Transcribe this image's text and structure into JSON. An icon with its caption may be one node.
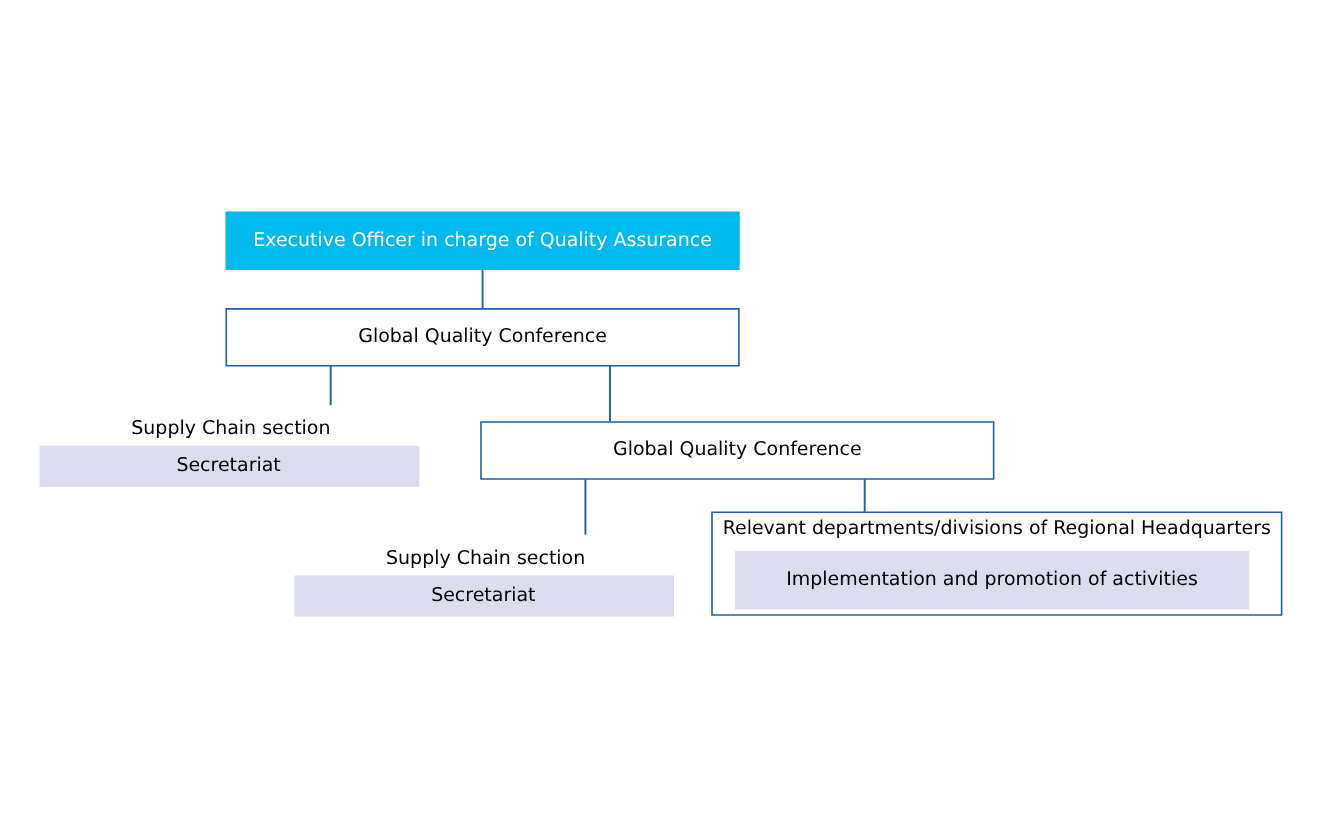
{
  "diagram": {
    "nodes": [
      {
        "text": [
          "Executive Officer in charge of Quality Assurance"
        ]
      },
      {
        "text": [
          "Global Quality Conference"
        ]
      },
      {
        "text": [
          "Supply Chain section",
          "Secretariat"
        ]
      },
      {
        "text": [
          "Global Quality Conference"
        ]
      },
      {
        "text": [
          "Supply Chain section",
          "Secretariat"
        ]
      },
      {
        "text": [
          "Relevant departments/divisions of Regional Headquarters"
        ]
      },
      {
        "text": [
          "Implementation and promotion of activities"
        ],
        "in": 5
      }
    ],
    "edges": [
      {
        "from": 0,
        "to": 1,
        "arrow": "none"
      },
      {
        "from": 1,
        "to": 2,
        "arrow": "none"
      },
      {
        "from": 1,
        "to": 3,
        "arrow": "none"
      },
      {
        "from": 3,
        "to": 4,
        "arrow": "none"
      },
      {
        "from": 3,
        "to": 5,
        "arrow": "none"
      }
    ]
  }
}
